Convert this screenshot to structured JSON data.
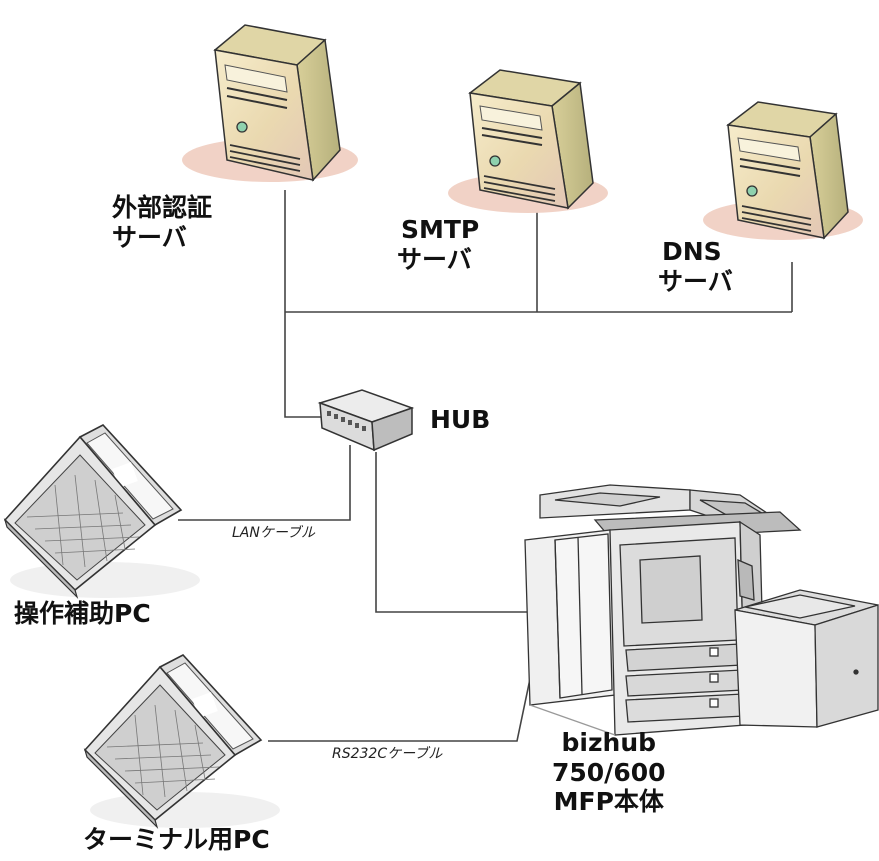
{
  "nodes": {
    "auth_server": {
      "line1": "外部認証",
      "line2": "サーバ"
    },
    "smtp_server": {
      "line1": "SMTP",
      "line2": "サーバ"
    },
    "dns_server": {
      "line1": "DNS",
      "line2": "サーバ"
    },
    "hub": {
      "label": "HUB"
    },
    "operation_pc": {
      "label": "操作補助PC"
    },
    "terminal_pc": {
      "label": "ターミナル用PC"
    },
    "mfp": {
      "line1": "bizhub",
      "line2": "750/600",
      "line3": "MFP本体"
    }
  },
  "cables": {
    "lan": "LANケーブル",
    "rs232c": "RS232Cケーブル"
  },
  "colors": {
    "server_body": "#efe2b8",
    "server_side": "#c9c18e",
    "server_shadow": "#f3d8cf",
    "mfp_body": "#eeeeee",
    "line": "#444444"
  }
}
